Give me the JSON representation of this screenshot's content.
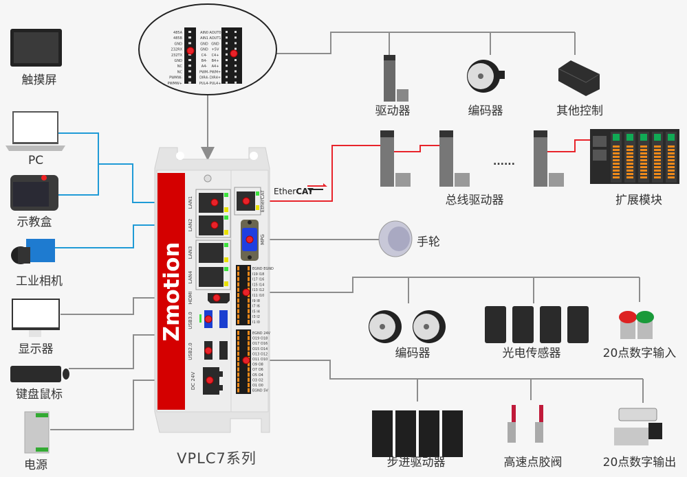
{
  "title": "VPLC7系列",
  "brand": "Zmotion",
  "colors": {
    "brand_red": "#d40000",
    "ethercat_line": "#e8232a",
    "ethernet_line": "#1e9ad6",
    "wire": "#8c8c8c"
  },
  "ethercat_logo": {
    "ether": "Ether",
    "cat": "CAT"
  },
  "left_devices": [
    {
      "label": "触摸屏",
      "icon": "touchscreen-icon"
    },
    {
      "label": "PC",
      "icon": "laptop-icon"
    },
    {
      "label": "示教盒",
      "icon": "teach-pendant-icon"
    },
    {
      "label": "工业相机",
      "icon": "industrial-camera-icon"
    },
    {
      "label": "显示器",
      "icon": "monitor-icon"
    },
    {
      "label": "键盘鼠标",
      "icon": "keyboard-mouse-icon"
    },
    {
      "label": "电源",
      "icon": "power-supply-icon"
    }
  ],
  "top_devices": [
    {
      "label": "驱动器",
      "icon": "servo-drive-icon"
    },
    {
      "label": "编码器",
      "icon": "encoder-icon"
    },
    {
      "label": "其他控制",
      "icon": "plc-icon"
    }
  ],
  "bus": {
    "label": "总线驱动器",
    "ellipsis": "......",
    "ext_label": "扩展模块"
  },
  "mpg": {
    "label": "手轮"
  },
  "inputs": [
    {
      "label": "编码器"
    },
    {
      "label": "光电传感器"
    },
    {
      "label": "20点数字输入"
    }
  ],
  "outputs": [
    {
      "label": "步进驱动器"
    },
    {
      "label": "高速点胶阀"
    },
    {
      "label": "20点数字输出"
    }
  ],
  "ports": {
    "lan1": "LAN1",
    "lan2": "LAN2",
    "lan3": "LAN3",
    "lan4": "LAN4",
    "hdmi": "HDMI",
    "usb3": "USB3.0",
    "usb2": "USB2.0",
    "dc": "DC 24V",
    "ethercat": "EtherCAT",
    "mpg": "MPG"
  },
  "terminal_detail": {
    "left": [
      "485A",
      "485B",
      "GND",
      "232RX",
      "232TX",
      "GND",
      "NC",
      "NC",
      "PWMW-",
      "PWMW+"
    ],
    "right_a": [
      "AIN0",
      "AIN1",
      "GND",
      "GND",
      "C4-",
      "B4-",
      "A4-",
      "PWM-",
      "DIR4-",
      "PUL4-"
    ],
    "right_b": [
      "AOUT0",
      "AOUT1",
      "GND",
      "+5V",
      "C4+",
      "B4+",
      "A4+",
      "PWM+",
      "DIR4+",
      "PUL4+"
    ]
  },
  "io_in": [
    "EGND EGND",
    "I19 I18",
    "I17 I16",
    "I15 I14",
    "I13 I12",
    "I11 I10",
    "I9 I8",
    "I7 I6",
    "I5 I4",
    "I3 I2",
    "I1 I0"
  ],
  "io_out": [
    "EGND 24V",
    "O19 O18",
    "O17 O16",
    "O15 O14",
    "O13 O12",
    "O11 O10",
    "O9 O8",
    "O7 O6",
    "O5 O4",
    "O3 O2",
    "O1 O0",
    "EGND 5V"
  ]
}
